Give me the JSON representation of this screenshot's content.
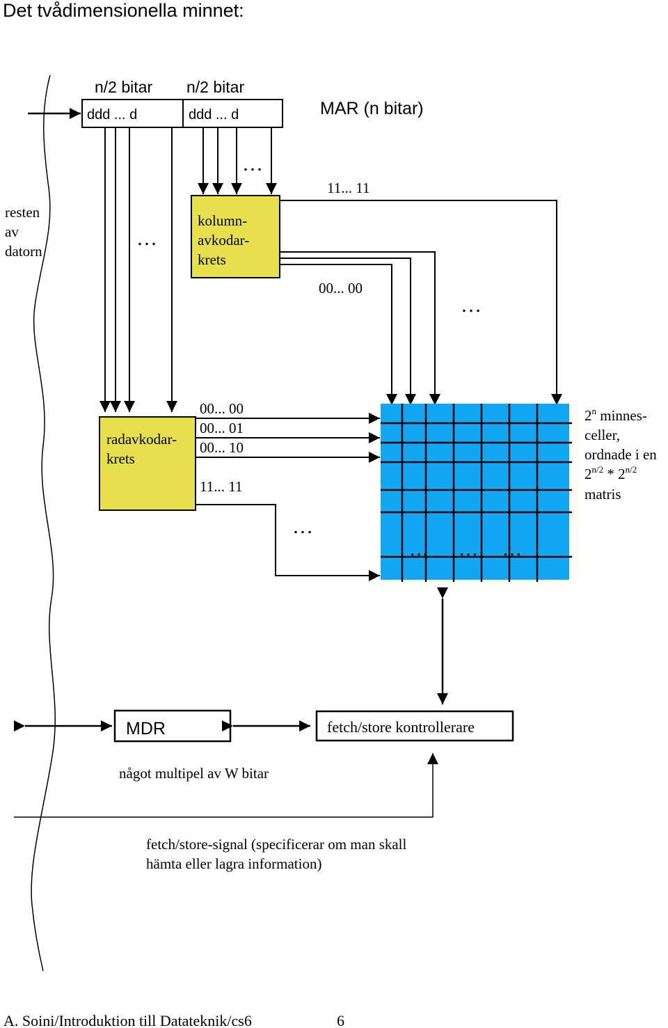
{
  "title": "Det tvådimensionella minnet:",
  "mar": {
    "label": "MAR (n bitar)",
    "left_header": "n/2 bitar",
    "right_header": "n/2 bitar",
    "left_field": "ddd ... d",
    "right_field": "ddd ... d"
  },
  "rest_of_computer": [
    "resten",
    "av",
    "datorn"
  ],
  "column_decoder": {
    "lines": [
      "kolumn-",
      "avkodar-",
      "krets"
    ],
    "output_top": "11... 11",
    "output_bottom": "00... 00"
  },
  "row_decoder": {
    "lines": [
      "radavkodar-",
      "krets"
    ],
    "outputs": [
      "00... 00",
      "00... 01",
      "00... 10",
      "11... 11"
    ]
  },
  "ellipsis": "…",
  "matrix_caption": {
    "line1_base": "2",
    "line1_sup": "n",
    "line1_rest": " minnes-",
    "line2": "celler,",
    "line3": "ordnade i en",
    "line4_base1": "2",
    "line4_sup1": "n/2",
    "line4_mid": " * 2",
    "line4_sup2": "n/2",
    "line5": "matris"
  },
  "mdr": {
    "label": "MDR",
    "width_note": "något multipel av W bitar"
  },
  "controller": {
    "label": "fetch/store kontrollerare"
  },
  "signal_note": [
    "fetch/store-signal (specificerar om man skall",
    "hämta eller lagra information)"
  ],
  "footer": {
    "text": "A. Soini/Introduktion till Datateknik/cs6",
    "page": "6"
  },
  "colors": {
    "decoder_fill": "#e6e04c",
    "matrix_fill": "#12a7f2",
    "line": "#000000"
  }
}
